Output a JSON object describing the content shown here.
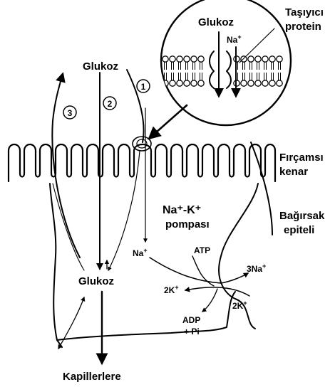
{
  "labels": {
    "glucose_top": "Glukoz",
    "glucose_inset": "Glukoz",
    "glucose_cell": "Glukoz",
    "na_inset": "Na",
    "carrier_line1": "Taşıyıcı",
    "carrier_line2": "protein",
    "brush_line1": "Fırçamsı",
    "brush_line2": "kenar",
    "epithelium_line1": "Bağırsak",
    "epithelium_line2": "epiteli",
    "pump_line1": "Na⁺-K⁺",
    "pump_line2": "pompası",
    "na_entry": "Na",
    "atp": "ATP",
    "na3": "3Na",
    "k2_left": "2K",
    "k2_right": "2K",
    "adp": "ADP",
    "pi": "+ Pi",
    "capillaries": "Kapillerlere",
    "route_1": "1",
    "route_2": "2",
    "route_3": "3",
    "plus": "+"
  },
  "colors": {
    "ink": "#000000",
    "background": "#ffffff"
  }
}
